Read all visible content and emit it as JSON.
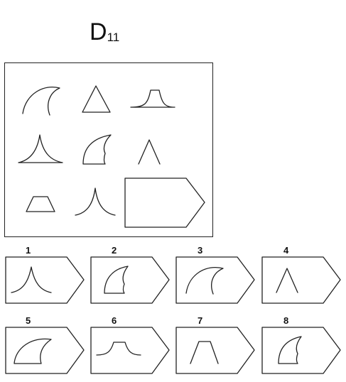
{
  "title": {
    "main": "D",
    "sub": "11"
  },
  "matrix": {
    "cells": [
      {
        "shape": "arc-hook"
      },
      {
        "shape": "triangle"
      },
      {
        "shape": "bell-flat"
      },
      {
        "shape": "cusp-wide"
      },
      {
        "shape": "shield-notch"
      },
      {
        "shape": "chevron"
      },
      {
        "shape": "trapezoid"
      },
      {
        "shape": "cusp-narrow"
      },
      {
        "shape": "answer-slot"
      }
    ]
  },
  "options": [
    {
      "label": "1",
      "shape": "cusp-narrow"
    },
    {
      "label": "2",
      "shape": "shield-notch"
    },
    {
      "label": "3",
      "shape": "arc-hook"
    },
    {
      "label": "4",
      "shape": "chevron"
    },
    {
      "label": "5",
      "shape": "arc-hook-filled"
    },
    {
      "label": "6",
      "shape": "bell-flat"
    },
    {
      "label": "7",
      "shape": "trapezoid-open"
    },
    {
      "label": "8",
      "shape": "shield-notch-small"
    }
  ]
}
